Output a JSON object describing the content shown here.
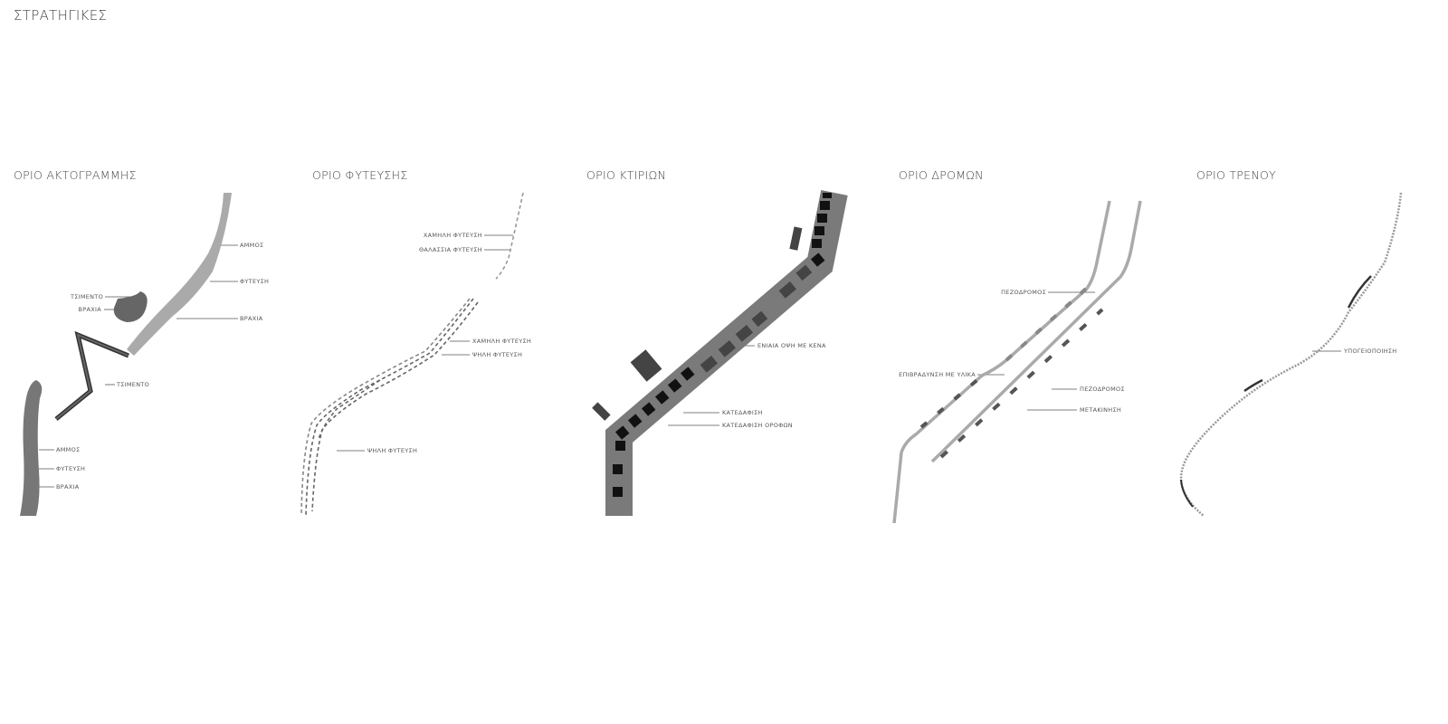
{
  "title": "ΣΤΡΑΤΗΓΙΚΕΣ",
  "panels": [
    {
      "title": "ΟΡΙΟ ΑΚΤΟΓΡΑΜΜΗΣ",
      "labels": [
        "ΑΜΜΟΣ",
        "ΦΥΤΕΥΣΗ",
        "ΒΡΑΧΙΑ",
        "ΤΣΙΜΕΝΤΟ",
        "ΒΡΑΧΙΑ",
        "ΤΣΙΜΕΝΤΟ",
        "ΑΜΜΟΣ",
        "ΦΥΤΕΥΣΗ",
        "ΒΡΑΧΙΑ"
      ]
    },
    {
      "title": "ΟΡΙΟ ΦΥΤΕΥΣΗΣ",
      "labels": [
        "ΧΑΜΗΛΗ ΦΥΤΕΥΣΗ",
        "ΘΑΛΑΣΣΙΑ ΦΥΤΕΥΣΗ",
        "ΧΑΜΗΛΗ ΦΥΤΕΥΣΗ",
        "ΨΗΛΗ ΦΥΤΕΥΣΗ",
        "ΨΗΛΗ ΦΥΤΕΥΣΗ"
      ]
    },
    {
      "title": "ΟΡΙΟ ΚΤΙΡΙΩΝ",
      "labels": [
        "ΕΝΙΑΙΑ ΟΨΗ ΜΕ ΚΕΝΑ",
        "ΚΑΤΕΔΑΦΙΣΗ",
        "ΚΑΤΕΔΑΦΙΣΗ ΟΡΟΦΩΝ"
      ]
    },
    {
      "title": "ΟΡΙΟ ΔΡΟΜΩΝ",
      "labels": [
        "ΠΕΖΟΔΡΟΜΟΣ",
        "ΕΠΙΒΡΑΔΥΝΣΗ ΜΕ ΥΛΙΚΑ",
        "ΠΕΖΟΔΡΟΜΟΣ",
        "ΜΕΤΑΚΙΝΗΣΗ"
      ]
    },
    {
      "title": "ΟΡΙΟ ΤΡΕΝΟΥ",
      "labels": [
        "ΥΠΟΓΕΙΟΠΟΙΗΣΗ"
      ]
    }
  ],
  "colors": {
    "light": "#aaaaaa",
    "mid": "#777777",
    "dark": "#555555",
    "black": "#333333"
  }
}
